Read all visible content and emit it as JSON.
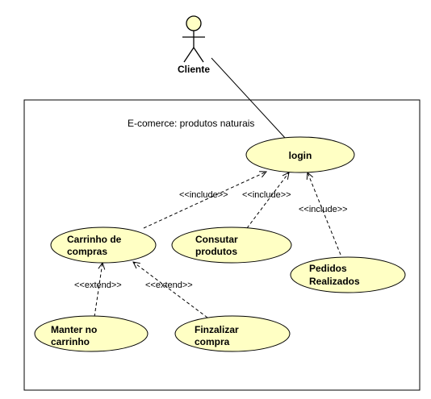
{
  "system": {
    "name": "E-comerce: produtos naturais"
  },
  "actor": {
    "name": "Cliente"
  },
  "use_cases": [
    {
      "id": "login",
      "lines": [
        "login"
      ]
    },
    {
      "id": "carrinho",
      "lines": [
        "Carrinho de",
        "compras"
      ]
    },
    {
      "id": "consultar",
      "lines": [
        "Consutar",
        "produtos"
      ]
    },
    {
      "id": "pedidos",
      "lines": [
        "Pedidos",
        "Realizados"
      ]
    },
    {
      "id": "manter",
      "lines": [
        "Manter no",
        "carrinho"
      ]
    },
    {
      "id": "finalizar",
      "lines": [
        "Finzalizar",
        "compra"
      ]
    }
  ],
  "relationships": [
    {
      "type": "association",
      "from": "actor",
      "to": "login"
    },
    {
      "type": "include",
      "from": "carrinho",
      "to": "login",
      "label": "<<include>>"
    },
    {
      "type": "include",
      "from": "consultar",
      "to": "login",
      "label": "<<include>>"
    },
    {
      "type": "include",
      "from": "pedidos",
      "to": "login",
      "label": "<<include>>"
    },
    {
      "type": "extend",
      "from": "manter",
      "to": "carrinho",
      "label": "<<extend>>"
    },
    {
      "type": "extend",
      "from": "finalizar",
      "to": "carrinho",
      "label": "<<extend>>"
    }
  ],
  "colors": {
    "use_case_fill": "#ffffc4",
    "stroke": "#000000",
    "actor_fill": "#ffffc4"
  }
}
